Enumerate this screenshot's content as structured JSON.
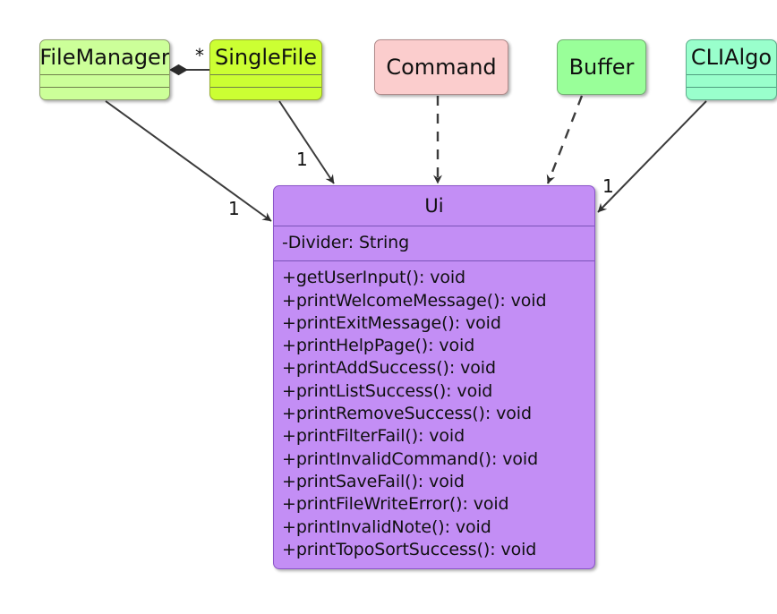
{
  "diagram": {
    "kind": "uml-class-diagram",
    "background": "#ffffff"
  },
  "classes": [
    {
      "id": "filemanager",
      "name": "FileManager",
      "fill": "#ccff99",
      "attributes": [],
      "methods": []
    },
    {
      "id": "singlefile",
      "name": "SingleFile",
      "fill": "#ccff33",
      "attributes": [],
      "methods": []
    },
    {
      "id": "command",
      "name": "Command",
      "fill": "#fbcdcd",
      "attributes": [],
      "methods": []
    },
    {
      "id": "buffer",
      "name": "Buffer",
      "fill": "#99ff99",
      "attributes": [],
      "methods": []
    },
    {
      "id": "clialgo",
      "name": "CLIAlgo",
      "fill": "#99ffcc",
      "attributes": [],
      "methods": []
    },
    {
      "id": "ui",
      "name": "Ui",
      "fill": "#c38ef5",
      "attributes": [
        "-Divider: String"
      ],
      "methods": [
        "+getUserInput(): void",
        "+printWelcomeMessage(): void",
        "+printExitMessage(): void",
        "+printHelpPage(): void",
        "+printAddSuccess(): void",
        "+printListSuccess(): void",
        "+printRemoveSuccess(): void",
        "+printFilterFail(): void",
        "+printInvalidCommand(): void",
        "+printSaveFail(): void",
        "+printFileWriteError(): void",
        "+printInvalidNote(): void",
        "+printTopoSortSuccess(): void"
      ]
    }
  ],
  "relationships": [
    {
      "id": "fm-sf",
      "from": "FileManager",
      "to": "SingleFile",
      "type": "composition",
      "line": "solid",
      "end_marker": "filled-diamond",
      "multiplicity": "*"
    },
    {
      "id": "fm-ui",
      "from": "FileManager",
      "to": "Ui",
      "type": "association",
      "line": "solid",
      "end_marker": "open-arrow",
      "multiplicity": "1"
    },
    {
      "id": "sf-ui",
      "from": "SingleFile",
      "to": "Ui",
      "type": "association",
      "line": "solid",
      "end_marker": "open-arrow",
      "multiplicity": "1"
    },
    {
      "id": "cmd-ui",
      "from": "Command",
      "to": "Ui",
      "type": "dependency",
      "line": "dashed",
      "end_marker": "open-arrow",
      "multiplicity": ""
    },
    {
      "id": "buf-ui",
      "from": "Buffer",
      "to": "Ui",
      "type": "dependency",
      "line": "dashed",
      "end_marker": "open-arrow",
      "multiplicity": ""
    },
    {
      "id": "cli-ui",
      "from": "CLIAlgo",
      "to": "Ui",
      "type": "association",
      "line": "solid",
      "end_marker": "open-arrow",
      "multiplicity": "1"
    }
  ],
  "edge_labels": {
    "star": "*",
    "filemanager_to_ui": "1",
    "singlefile_to_ui": "1",
    "clialgo_to_ui": "1"
  },
  "colors": {
    "edge_stroke": "#3c3c3c",
    "box_border": "#8a8a8a",
    "text": "#101010"
  }
}
